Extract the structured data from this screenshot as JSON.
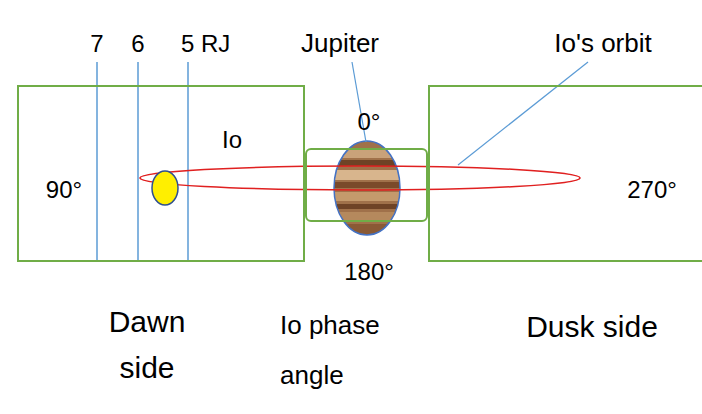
{
  "diagram": {
    "nodes": [
      {
        "text": [
          "90°",
          "Dawn side"
        ]
      },
      {
        "text": [
          "0°",
          "180°"
        ]
      },
      {
        "text": [
          "270°",
          "Dusk side"
        ]
      }
    ],
    "labels": [
      "7",
      "6",
      "5 RJ",
      "Jupiter",
      "Io's orbit",
      "Io",
      "Io phase angle"
    ]
  }
}
